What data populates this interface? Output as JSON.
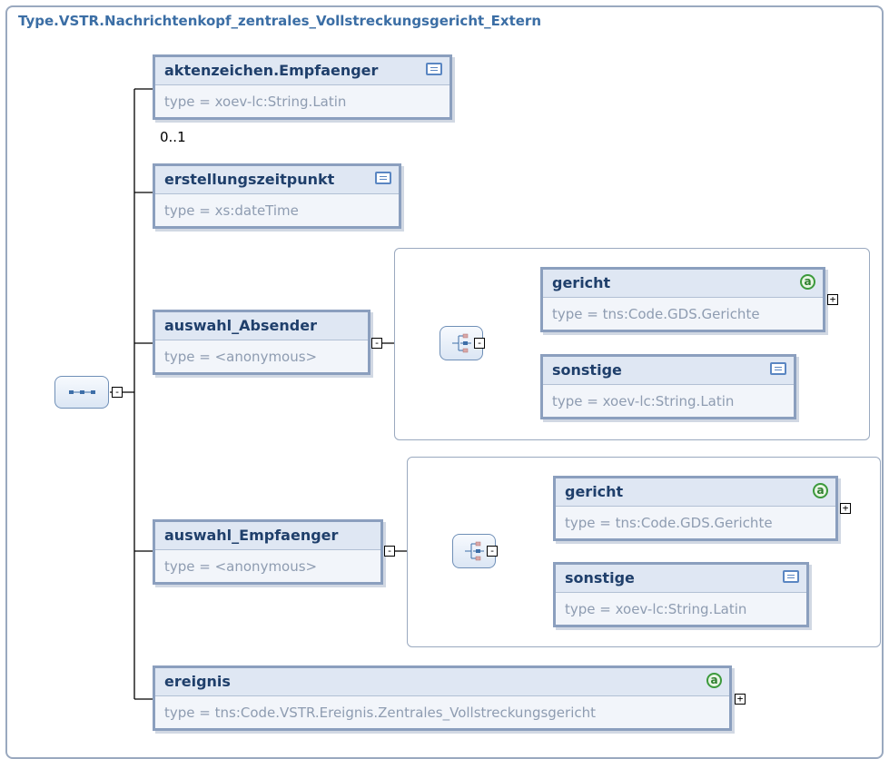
{
  "diagram": {
    "title": "Type.VSTR.Nachrichtenkopf_zentrales_Vollstreckungsgericht_Extern",
    "sequence_icon": "sequence-icon",
    "choice_icon": "choice-icon",
    "toggle_collapse": "-",
    "toggle_expand": "+",
    "elements": {
      "aktenzeichen": {
        "name": "aktenzeichen.Empfaenger",
        "type": "type = xoev-lc:String.Latin",
        "cardinality": "0..1",
        "icon": "documentation-icon"
      },
      "erstellungszeitpunkt": {
        "name": "erstellungszeitpunkt",
        "type": "type = xs:dateTime",
        "icon": "documentation-icon"
      },
      "auswahl_absender": {
        "name": "auswahl_Absender",
        "type": "type = <anonymous>"
      },
      "absender_gericht": {
        "name": "gericht",
        "type": "type = tns:Code.GDS.Gerichte",
        "icon": "attribute-icon",
        "icon_text": "a"
      },
      "absender_sonstige": {
        "name": "sonstige",
        "type": "type = xoev-lc:String.Latin",
        "icon": "documentation-icon"
      },
      "auswahl_empfaenger": {
        "name": "auswahl_Empfaenger",
        "type": "type = <anonymous>"
      },
      "empfaenger_gericht": {
        "name": "gericht",
        "type": "type = tns:Code.GDS.Gerichte",
        "icon": "attribute-icon",
        "icon_text": "a"
      },
      "empfaenger_sonstige": {
        "name": "sonstige",
        "type": "type = xoev-lc:String.Latin",
        "icon": "documentation-icon"
      },
      "ereignis": {
        "name": "ereignis",
        "type": "type = tns:Code.VSTR.Ereignis.Zentrales_Vollstreckungsgericht",
        "icon": "attribute-icon",
        "icon_text": "a"
      }
    },
    "colors": {
      "border": "#8b9fbe",
      "header": "#dfe7f3",
      "title": "#3b6ea5",
      "type_text": "#8e9cb1",
      "attribute": "#3c9a3c"
    }
  }
}
